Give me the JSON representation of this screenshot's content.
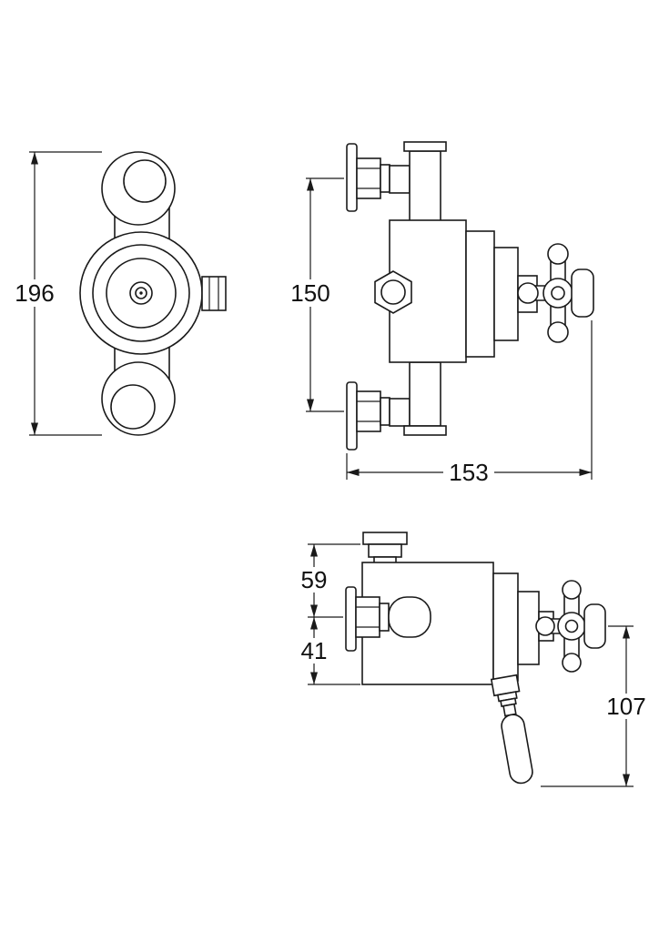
{
  "colors": {
    "background": "#ffffff",
    "line": "#1a1a1a"
  },
  "dimensions": {
    "d196": "196",
    "d150": "150",
    "d153": "153",
    "d59": "59",
    "d41": "41",
    "d107": "107"
  }
}
